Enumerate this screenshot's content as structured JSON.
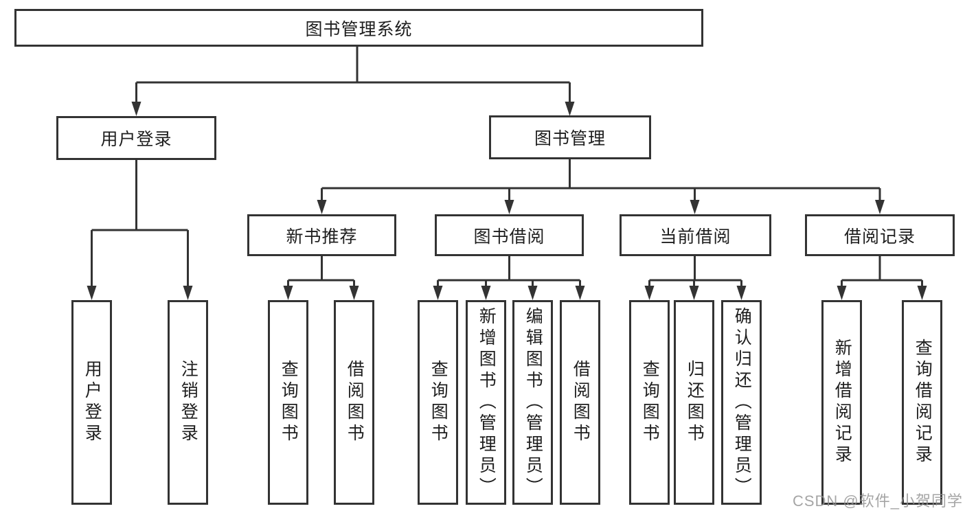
{
  "nodes": {
    "root": "图书管理系统",
    "user_login": "用户登录",
    "book_management": "图书管理",
    "new_book_recommend": "新书推荐",
    "book_borrowing": "图书借阅",
    "current_borrowing": "当前借阅",
    "borrowing_records": "借阅记录",
    "leaf_user_login": "用户登录",
    "leaf_logout": "注销登录",
    "leaf_recommend_query_books": "查询图书",
    "leaf_recommend_borrow_books": "借阅图书",
    "leaf_borrowing_query_books": "查询图书",
    "leaf_borrowing_add_books_admin": "新增图书（管理员）",
    "leaf_borrowing_edit_books_admin": "编辑图书（管理员）",
    "leaf_borrowing_borrow_books": "借阅图书",
    "leaf_current_query_books": "查询图书",
    "leaf_current_return_books": "归还图书",
    "leaf_current_confirm_return_admin": "确认归还（管理员）",
    "leaf_records_add_record": "新增借阅记录",
    "leaf_records_query_record": "查询借阅记录"
  },
  "watermark": "CSDN @软件_小贺同学",
  "colors": {
    "line": "#333333",
    "node_border": "#333333",
    "node_text": "#1e1e1e",
    "background": "#ffffff",
    "watermark": "#919191"
  }
}
